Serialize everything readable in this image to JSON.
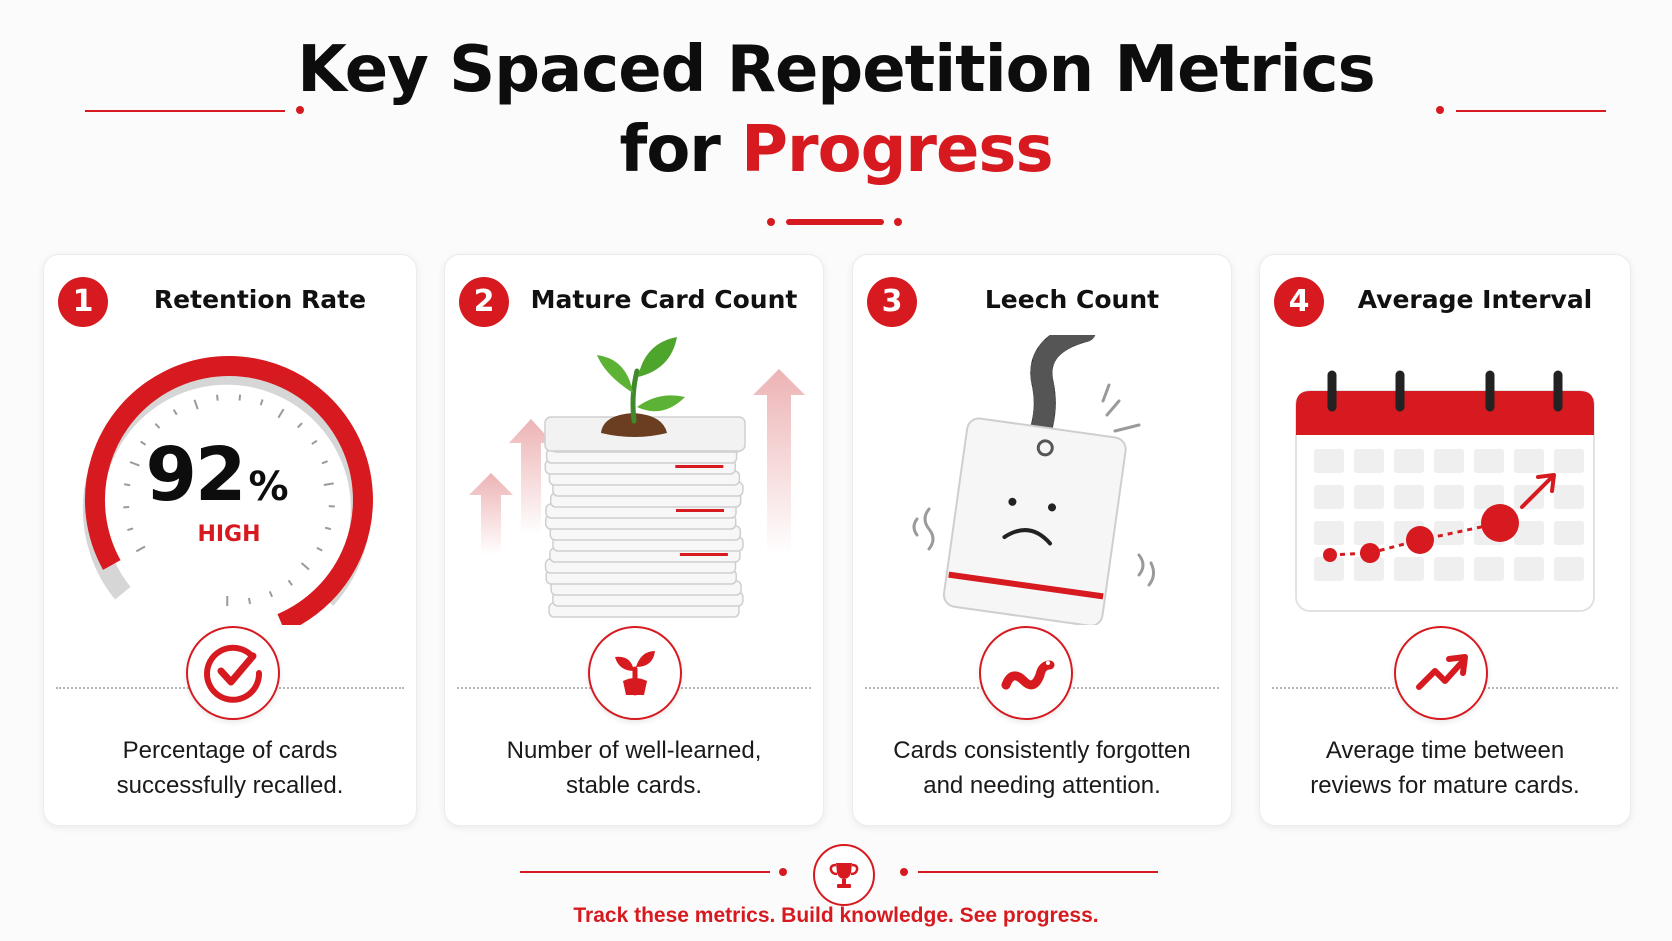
{
  "title": {
    "line1": "Key Spaced Repetition Metrics",
    "line2_prefix": "for ",
    "line2_accent": "Progress"
  },
  "colors": {
    "accent": "#d61a1f",
    "text": "#111111",
    "muted": "#cccccc"
  },
  "cards": [
    {
      "number": "1",
      "title": "Retention Rate",
      "value": "92",
      "unit": "%",
      "level": "HIGH",
      "gauge_fraction": 0.92,
      "description_line1": "Percentage of cards",
      "description_line2": "successfully recalled.",
      "icon": "checkmark-icon"
    },
    {
      "number": "2",
      "title": "Mature Card Count",
      "description_line1": "Number of well-learned,",
      "description_line2": "stable cards.",
      "icon": "sprout-icon"
    },
    {
      "number": "3",
      "title": "Leech Count",
      "description_line1": "Cards consistently forgotten",
      "description_line2": "and needing attention.",
      "icon": "worm-icon"
    },
    {
      "number": "4",
      "title": "Average Interval",
      "description_line1": "Average time between",
      "description_line2": "reviews for mature cards.",
      "icon": "trend-up-icon"
    }
  ],
  "footer": {
    "text": "Track these metrics. Build knowledge. See progress.",
    "icon": "trophy-icon"
  }
}
